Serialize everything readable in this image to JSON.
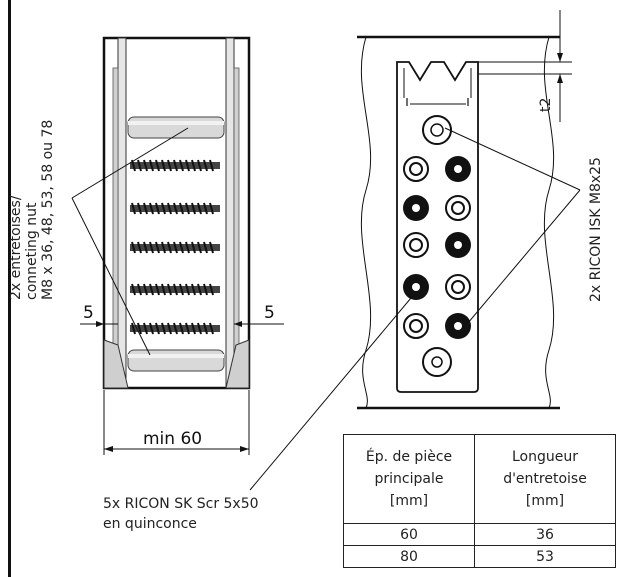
{
  "labels": {
    "entretoises_line1": "2x entretoises/",
    "entretoises_line2": "conneting nut",
    "entretoises_line3": "M8 x 36, 48, 53, 58 ou 78",
    "left_gap": "5",
    "right_gap": "5",
    "min_width": "min 60",
    "ricon_isk": "2x RICON ISK M8x25",
    "t2": "t2",
    "ricon_sk_line1": "5x RICON SK Scr 5x50",
    "ricon_sk_line2": "en quinconce"
  },
  "table": {
    "header_col1": [
      "Ép. de pièce",
      "principale",
      "[mm]"
    ],
    "header_col2": [
      "Longueur",
      "d'entretoise",
      "[mm]"
    ],
    "rows": [
      [
        "60",
        "36"
      ],
      [
        "80",
        "53"
      ]
    ]
  }
}
